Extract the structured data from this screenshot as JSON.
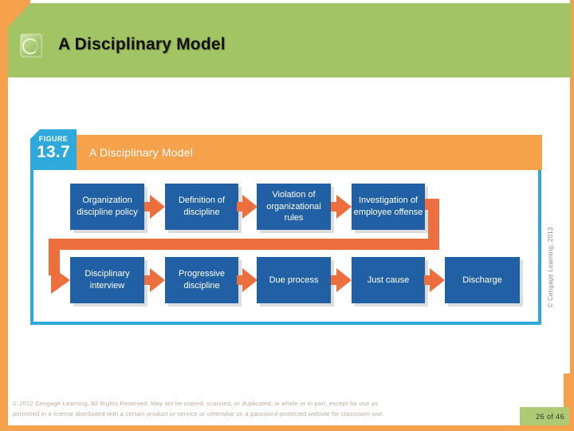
{
  "header": {
    "title": "A Disciplinary Model"
  },
  "figure": {
    "kicker": "FIGURE",
    "number": "13.7",
    "caption": "A Disciplinary Model"
  },
  "flow": {
    "top_row": [
      "Organization discipline policy",
      "Definition of discipline",
      "Violation of organizational rules",
      "Investigation of employee offense"
    ],
    "bottom_row": [
      "Disciplinary interview",
      "Progressive discipline",
      "Due process",
      "Just cause",
      "Discharge"
    ]
  },
  "side_credit": "© Cengage Learning, 2013",
  "footer": {
    "copyright_line1": "© 2012 Cengage Learning. All Rights Reserved. May not be copied, scanned, or duplicated, in whole or in part, except for use as",
    "copyright_line2": "permitted in a license distributed with a certain product or service or otherwise on a password-protected website for classroom use.",
    "page_indicator": "26 of 46"
  },
  "icons": {
    "header_icon": "ring-icon"
  },
  "colors": {
    "header_green": "#A2C464",
    "accent_orange": "#F6A14C",
    "arrow_orange": "#EE6F3E",
    "box_blue": "#2160A5",
    "figure_blue": "#2FA8DC",
    "page_box_green": "#AFCA74"
  }
}
